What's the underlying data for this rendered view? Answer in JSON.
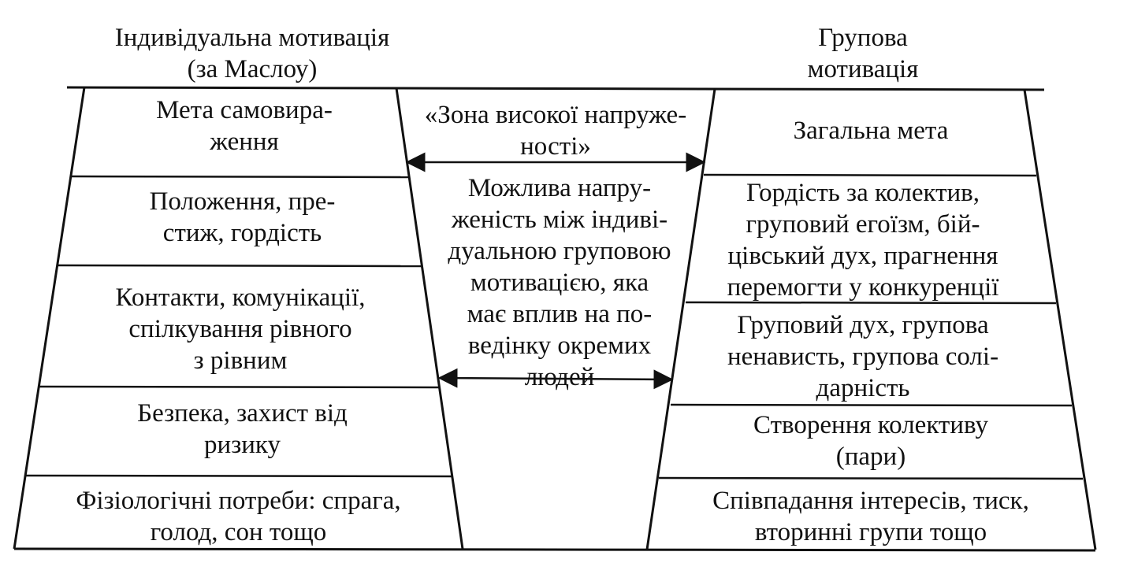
{
  "left_column": {
    "header": [
      "Індивідуальна мотивація",
      "(за Маслоу)"
    ],
    "levels": [
      [
        "Мета самовира-",
        "ження"
      ],
      [
        "Положення, пре-",
        "стиж, гордість"
      ],
      [
        "Контакти, комунікації,",
        "спілкування рівного",
        "з рівним"
      ],
      [
        "Безпека, захист від",
        "ризику"
      ],
      [
        "Фізіологічні потреби: спрага,",
        "голод, сон тощо"
      ]
    ]
  },
  "right_column": {
    "header": [
      "Групова",
      "мотивація"
    ],
    "levels": [
      [
        "Загальна мета"
      ],
      [
        "Гордість за колектив,",
        "груповий егоїзм, бій-",
        "цівський дух, прагнення",
        "перемогти у конкуренції"
      ],
      [
        "Груповий дух, групова",
        "ненависть, групова солі-",
        "дарність"
      ],
      [
        "Створення колективу",
        "(пари)"
      ],
      [
        "Співпадання інтересів, тиск,",
        "вторинні групи тощо"
      ]
    ]
  },
  "middle": {
    "zone_label": [
      "«Зона високої напруже-",
      "ності»"
    ],
    "tension_text": [
      "Можлива напру-",
      "женість між індиві-",
      "дуальною груповою",
      "мотивацією, яка",
      "має вплив на по-",
      "ведінку окремих",
      "людей"
    ]
  },
  "colors": {
    "ink": "#111111",
    "background": "#ffffff"
  }
}
